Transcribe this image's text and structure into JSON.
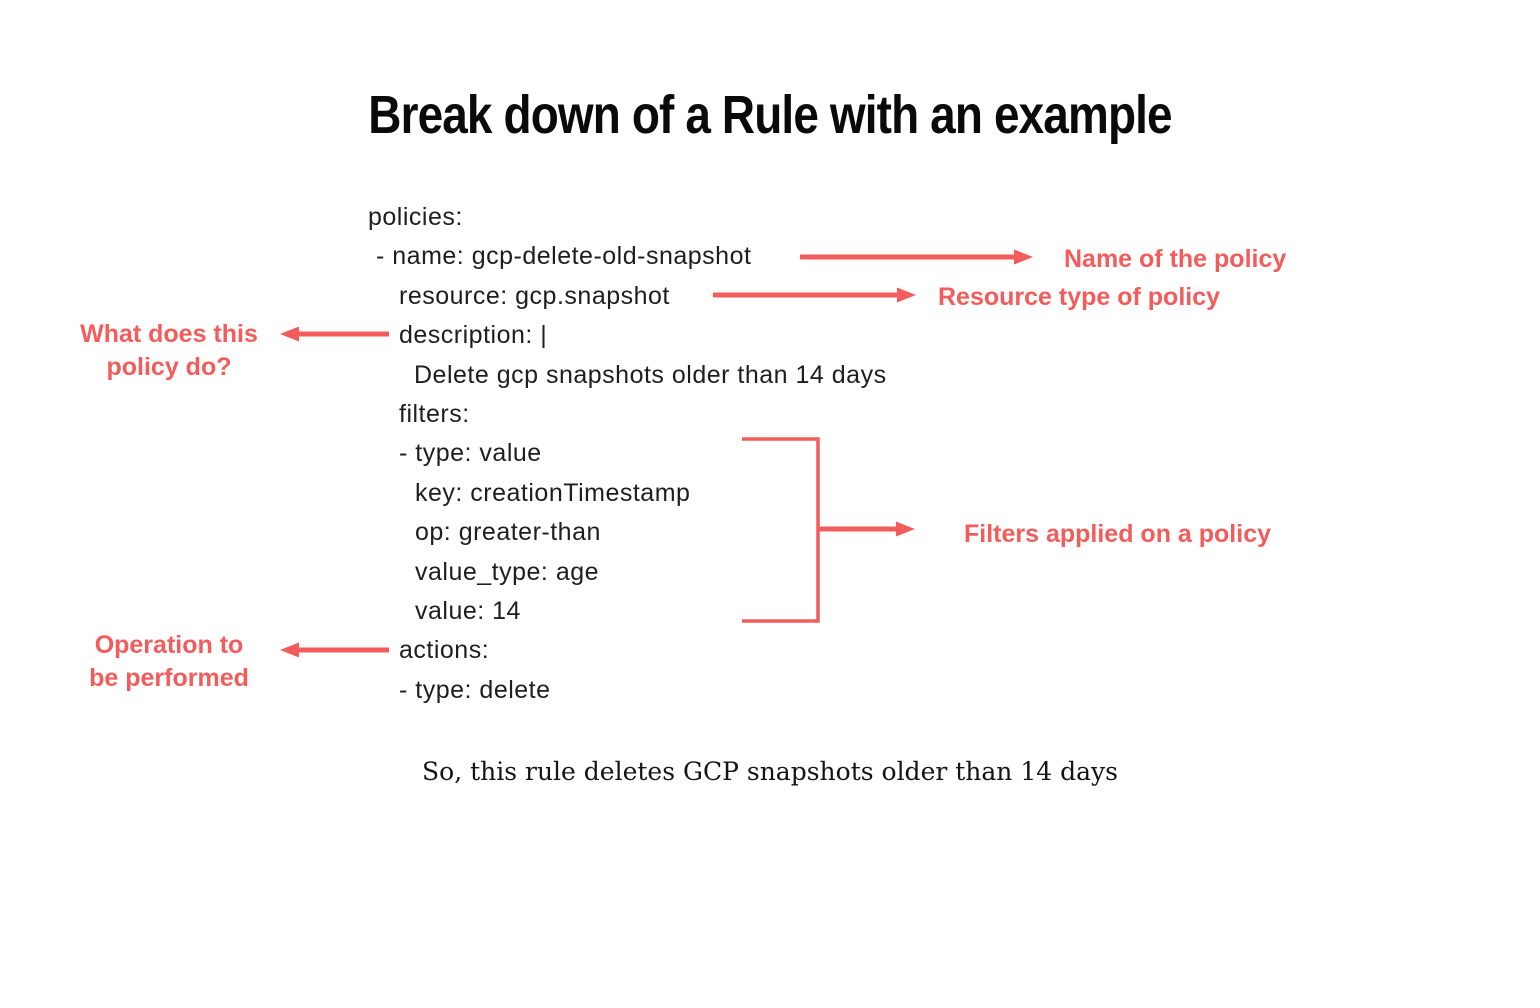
{
  "colors": {
    "accent": "#F45C5C",
    "title_text": "#0a0a0a",
    "code_text": "#1e1e1e",
    "background": "#ffffff"
  },
  "title": "Break down of a Rule with an example",
  "code": {
    "language": "yaml",
    "lines": [
      "policies:",
      "- name: gcp-delete-old-snapshot",
      "resource: gcp.snapshot",
      "description: |",
      "Delete gcp snapshots older than 14 days",
      "filters:",
      "- type: value",
      "key: creationTimestamp",
      "op: greater-than",
      "value_type: age",
      "value: 14",
      "actions:",
      "- type: delete"
    ]
  },
  "annotations": {
    "name": "Name of the policy",
    "resource": "Resource type of policy",
    "description": "What does this\npolicy do?",
    "filters": "Filters applied on a policy",
    "actions": "Operation to\nbe performed"
  },
  "caption": "So, this rule deletes GCP snapshots older than 14 days",
  "icons": {
    "arrow_right": "arrow-right-icon",
    "arrow_left": "arrow-left-icon",
    "bracket_arrow": "bracket-arrow-icon"
  }
}
